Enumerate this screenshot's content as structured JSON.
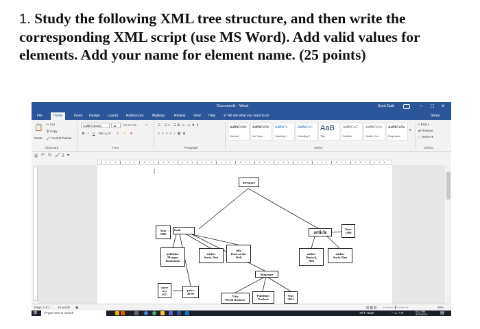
{
  "question": {
    "number": "1.",
    "text": "Study the following XML tree structure, and then write the corresponding XML script (use MS Word). Add valid values for elements. Add your name for element name. (25 points)"
  },
  "word": {
    "title": "Document1 - Word",
    "user": "Syed Zaidi",
    "tabs": [
      "File",
      "Home",
      "Insert",
      "Design",
      "Layout",
      "References",
      "Mailings",
      "Review",
      "View",
      "Help"
    ],
    "tell_me": "Tell me what you want to do",
    "share": "Share",
    "clipboard": {
      "cut": "Cut",
      "copy": "Copy",
      "paste": "Paste",
      "format_painter": "Format Painter",
      "label": "Clipboard"
    },
    "font": {
      "name": "Calibri (Body)",
      "size": "11",
      "label": "Font"
    },
    "paragraph_label": "Paragraph",
    "styles": [
      {
        "preview": "AaBbCcDc",
        "name": "Normal"
      },
      {
        "preview": "AaBbCcDc",
        "name": "No Spac..."
      },
      {
        "preview": "AaBbCc",
        "name": "Heading 1"
      },
      {
        "preview": "AaBbCcC",
        "name": "Heading 2"
      },
      {
        "preview": "AaB",
        "name": "Title"
      },
      {
        "preview": "AaBbCcC",
        "name": "Subtitle"
      },
      {
        "preview": "AaBbCcDc",
        "name": "Subtle Em..."
      },
      {
        "preview": "AaBbCcDc",
        "name": "Emphasis"
      }
    ],
    "styles_label": "Styles",
    "editing": {
      "find": "Find",
      "replace": "Replace",
      "select": "Select",
      "label": "Editing"
    },
    "status": {
      "page": "Page 1 of 1",
      "words": "16 words"
    },
    "zoom": "59%",
    "taskbar": {
      "search": "Type here to search",
      "weather": "73°F Haze",
      "time": "8:12 PM",
      "date": "3/12/2023"
    }
  },
  "diagram": {
    "root": "literature",
    "year_2000": [
      "Year",
      "2000"
    ],
    "book": "book",
    "publisher_morgan": [
      "publisher",
      "Morgan",
      "Kaufmann"
    ],
    "author_sucis": [
      "author",
      "Sucis, Dan"
    ],
    "title_data_web": [
      "title",
      "Data on the",
      "Web"
    ],
    "currency": [
      "curre",
      "ncy",
      "KU"
    ],
    "price": [
      "price",
      "40.95"
    ],
    "magazine": "Magazine",
    "title_world_business": [
      "Title",
      "World Business"
    ],
    "publisher_outlook": [
      "Publisher",
      "Outlook"
    ],
    "year_2021": [
      "Year",
      "2021"
    ],
    "article": "article",
    "year_1998": [
      "Year",
      "1998"
    ],
    "author_deutsch": [
      "author",
      "Deutsch,",
      "Alin"
    ],
    "author_sucis_2": [
      "author",
      "Sucis, Dan"
    ]
  },
  "colors": {
    "word_blue": "#2b579a",
    "taskbar": "#1b1f2a"
  }
}
